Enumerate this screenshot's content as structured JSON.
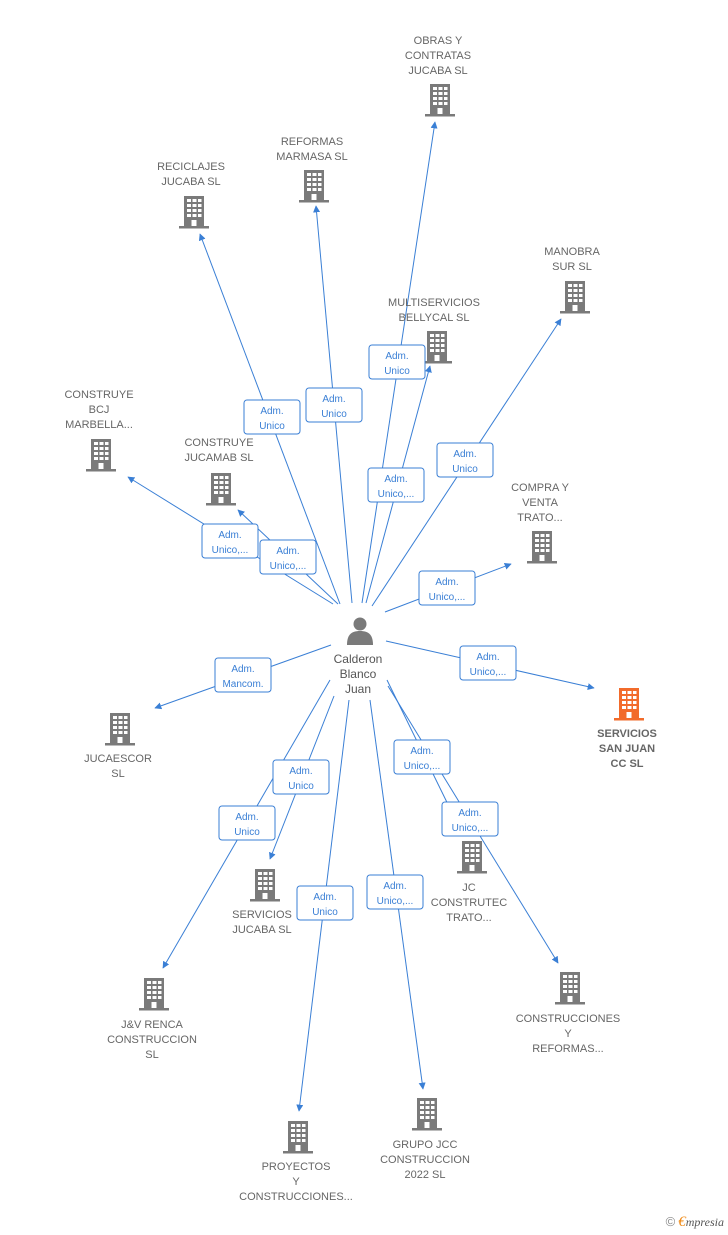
{
  "colors": {
    "edge": "#3a7fd5",
    "building": "#7a7a7a",
    "building_highlight": "#f26b2b",
    "label": "#666666"
  },
  "person": {
    "name_lines": [
      "Calderon",
      "Blanco",
      "Juan"
    ],
    "icon": "person-icon"
  },
  "companies": [
    {
      "id": "obras",
      "lines": [
        "OBRAS Y",
        "CONTRATAS",
        "JUCABA  SL"
      ]
    },
    {
      "id": "reformas-marmasa",
      "lines": [
        "REFORMAS",
        "MARMASA  SL"
      ]
    },
    {
      "id": "reciclajes",
      "lines": [
        "RECICLAJES",
        "JUCABA  SL"
      ]
    },
    {
      "id": "manobra",
      "lines": [
        "MANOBRA",
        "SUR SL"
      ]
    },
    {
      "id": "multiservicios",
      "lines": [
        "MULTISERVICIOS",
        "BELLYCAL SL"
      ]
    },
    {
      "id": "construye-bcj",
      "lines": [
        "CONSTRUYE",
        "BCJ",
        "MARBELLA..."
      ]
    },
    {
      "id": "construye-jucamab",
      "lines": [
        "CONSTRUYE",
        "JUCAMAB  SL"
      ]
    },
    {
      "id": "compra-venta",
      "lines": [
        "COMPRA Y",
        "VENTA",
        "TRATO..."
      ]
    },
    {
      "id": "servicios-san-juan",
      "lines": [
        "SERVICIOS",
        "SAN JUAN",
        "CC  SL"
      ],
      "highlight": true
    },
    {
      "id": "jucaescor",
      "lines": [
        "JUCAESCOR",
        "SL"
      ]
    },
    {
      "id": "servicios-jucaba",
      "lines": [
        "SERVICIOS",
        "JUCABA SL"
      ]
    },
    {
      "id": "jc-construtec",
      "lines": [
        "JC",
        "CONSTRUTEC",
        "TRATO..."
      ]
    },
    {
      "id": "jv-renca",
      "lines": [
        "J&V RENCA",
        "CONSTRUCCION",
        "SL"
      ]
    },
    {
      "id": "construcciones-reformas",
      "lines": [
        "CONSTRUCCIONES",
        "Y",
        "REFORMAS..."
      ]
    },
    {
      "id": "proyectos",
      "lines": [
        "PROYECTOS",
        "Y",
        "CONSTRUCCIONES..."
      ]
    },
    {
      "id": "grupo-jcc",
      "lines": [
        "GRUPO JCC",
        "CONSTRUCCION",
        "2022  SL"
      ]
    }
  ],
  "relations": [
    {
      "to": "obras",
      "lines": [
        "Adm.",
        "Unico"
      ]
    },
    {
      "to": "reformas-marmasa",
      "lines": [
        "Adm.",
        "Unico"
      ]
    },
    {
      "to": "reciclajes",
      "lines": [
        "Adm.",
        "Unico"
      ]
    },
    {
      "to": "manobra",
      "lines": [
        "Adm.",
        "Unico"
      ]
    },
    {
      "to": "multiservicios",
      "lines": [
        "Adm.",
        "Unico,..."
      ]
    },
    {
      "to": "construye-bcj",
      "lines": [
        "Adm.",
        "Unico,..."
      ]
    },
    {
      "to": "construye-jucamab",
      "lines": [
        "Adm.",
        "Unico,..."
      ]
    },
    {
      "to": "compra-venta",
      "lines": [
        "Adm.",
        "Unico,..."
      ]
    },
    {
      "to": "servicios-san-juan",
      "lines": [
        "Adm.",
        "Unico,..."
      ]
    },
    {
      "to": "jucaescor",
      "lines": [
        "Adm.",
        "Mancom."
      ]
    },
    {
      "to": "servicios-jucaba",
      "lines": [
        "Adm.",
        "Unico"
      ]
    },
    {
      "to": "jc-construtec",
      "lines": [
        "Adm.",
        "Unico,..."
      ]
    },
    {
      "to": "jv-renca",
      "lines": [
        "Adm.",
        "Unico"
      ]
    },
    {
      "to": "construcciones-reformas",
      "lines": [
        "Adm.",
        "Unico,..."
      ]
    },
    {
      "to": "proyectos",
      "lines": [
        "Adm.",
        "Unico"
      ]
    },
    {
      "to": "grupo-jcc",
      "lines": [
        "Adm.",
        "Unico,..."
      ]
    }
  ],
  "footer": {
    "copyright": "©",
    "brand_first": "€",
    "brand_rest": "mpresia"
  }
}
